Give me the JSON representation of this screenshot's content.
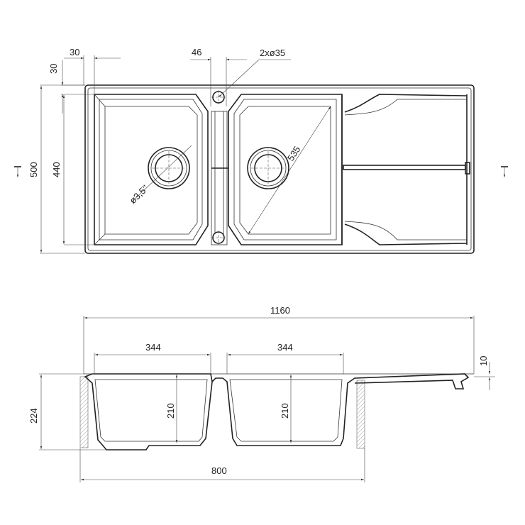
{
  "title": "Double bowl sink with drainboard – dimension drawing",
  "top_view": {
    "dims": {
      "rim_x": "30",
      "rim_y": "30",
      "hole_spacing": "46",
      "tap_holes": "2xø35",
      "width": "500",
      "bowl_length": "440",
      "diagonal": "535",
      "drain": "ø3,5''"
    }
  },
  "section_view": {
    "dims": {
      "overall_length": "1160",
      "bowl1_width": "344",
      "bowl2_width": "344",
      "thickness": "10",
      "total_depth": "224",
      "bowl1_depth": "210",
      "bowl2_depth": "210",
      "cabinet": "800"
    }
  }
}
